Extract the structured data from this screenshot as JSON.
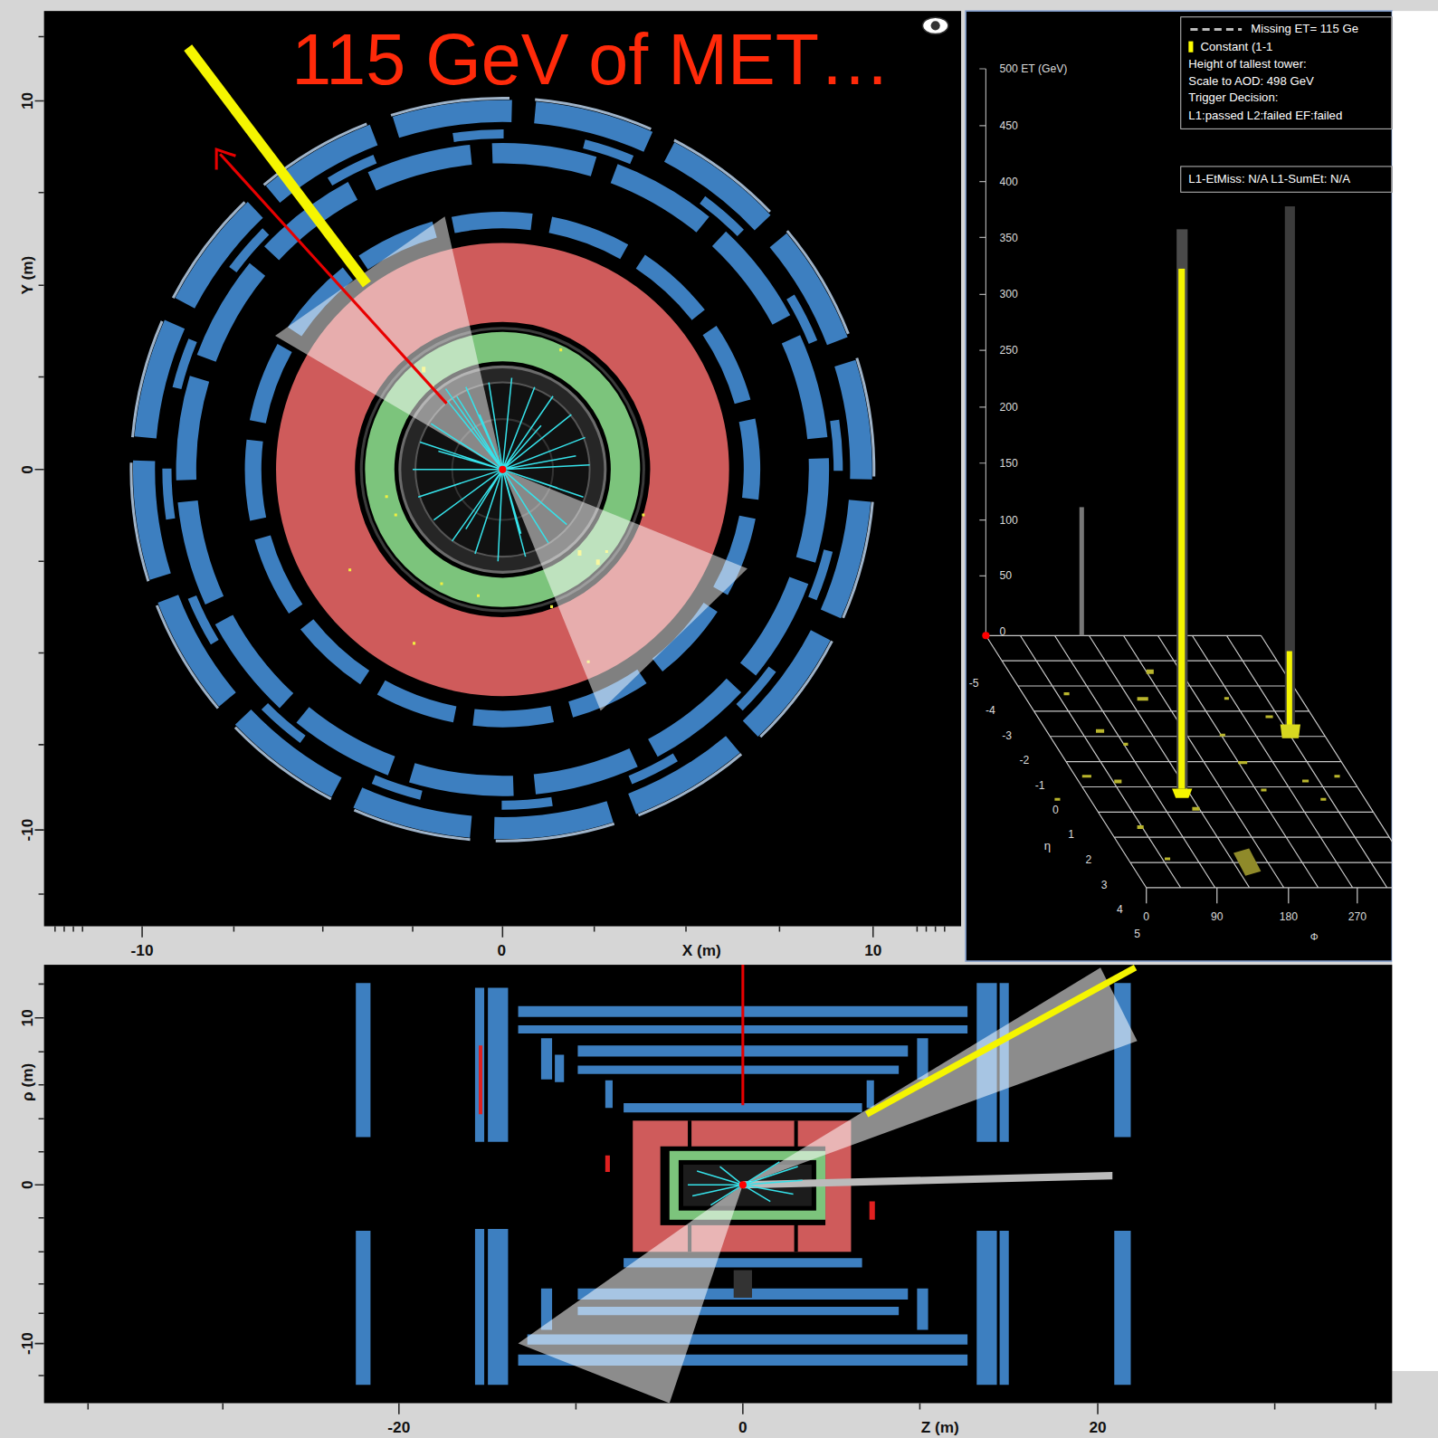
{
  "diagram": {
    "title": "115 GeV of MET…",
    "nodes": [
      {
        "text": [
          "Height of tallest tower:",
          "Scale to AOD: 498 GeV",
          "Trigger Decision:",
          "L1:passed L2:failed EF:failed"
        ]
      },
      {
        "text": [
          "L1-EtMiss: N/A L1-SumEt: N/A"
        ]
      }
    ],
    "labels": [
      "Y (m)",
      "10",
      "0",
      "-10",
      "-10",
      "0",
      "X (m)",
      "10",
      "500 ET (GeV)",
      "450",
      "400",
      "350",
      "300",
      "250",
      "200",
      "150",
      "100",
      "50",
      "0",
      "-5",
      "-4",
      "-3",
      "-2",
      "-1",
      "0",
      "1",
      "2",
      "3",
      "4",
      "5",
      "η",
      "0",
      "90",
      "180",
      "270",
      "Φ",
      "ρ (m)",
      "10",
      "0",
      "-10",
      "-20",
      "0",
      "Z (m)",
      "20"
    ],
    "legend": [
      {
        "text": "Missing ET= 115 Ge"
      },
      {
        "text": "Constant (1-1",
        "color": "#ffff00"
      }
    ]
  }
}
